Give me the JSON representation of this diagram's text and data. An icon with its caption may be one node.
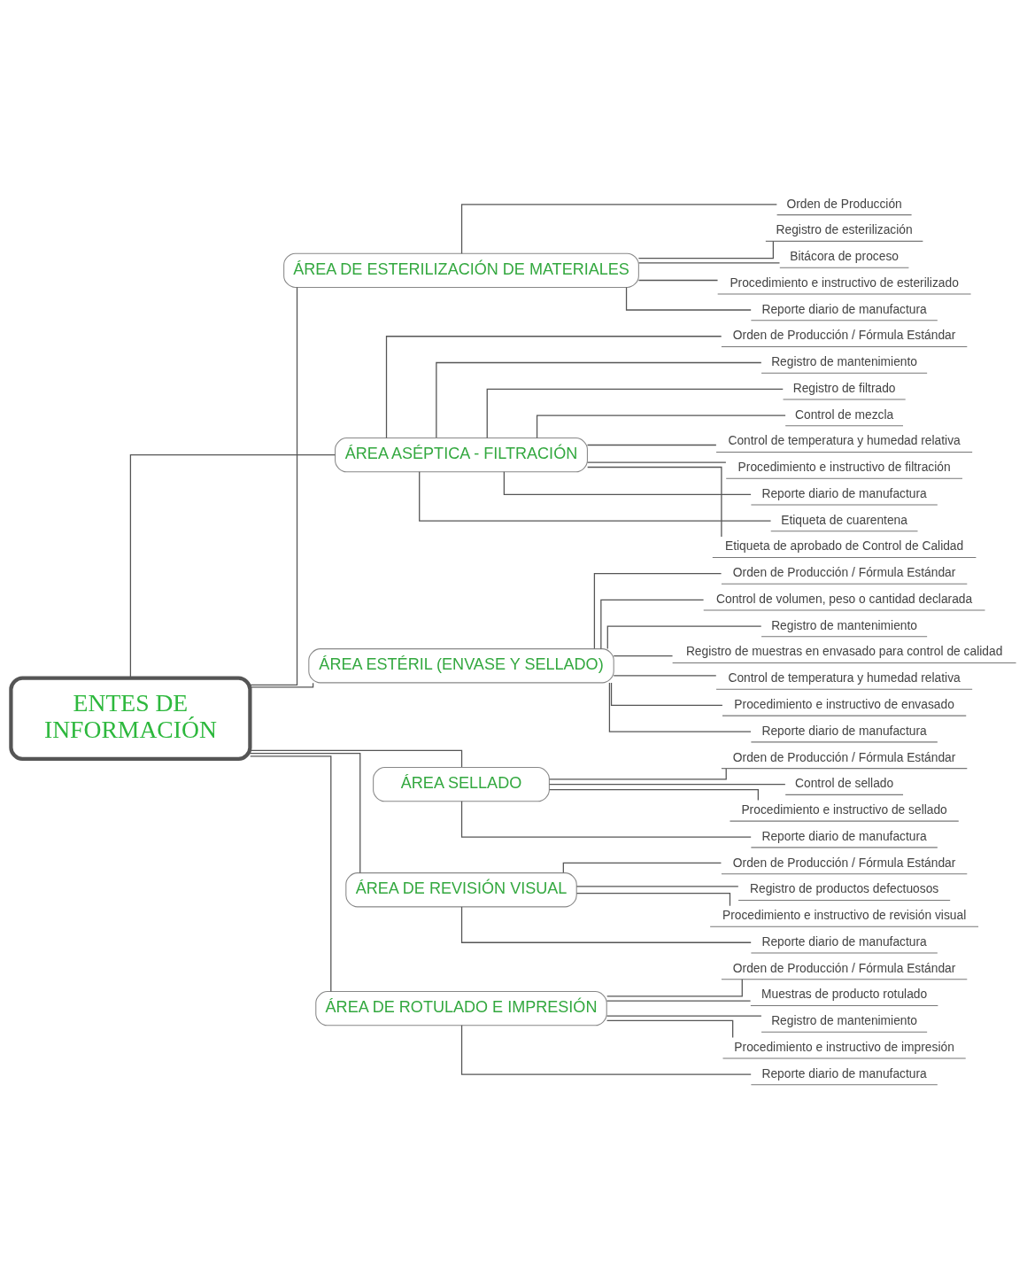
{
  "diagram": {
    "nodes": [
      {
        "text": [
          "ENTES DE INFORMACIÓN"
        ]
      },
      {
        "text": [
          "ÁREA DE ESTERILIZACIÓN DE MATERIALES"
        ]
      },
      {
        "text": [
          "Orden de Producción"
        ]
      },
      {
        "text": [
          "Registro de esterilización"
        ]
      },
      {
        "text": [
          "Bitácora de proceso"
        ]
      },
      {
        "text": [
          "Procedimiento e instructivo de esterilizado"
        ]
      },
      {
        "text": [
          "Reporte diario de manufactura"
        ]
      },
      {
        "text": [
          "ÁREA ASÉPTICA - FILTRACIÓN"
        ]
      },
      {
        "text": [
          "Orden de Producción / Fórmula Estándar"
        ]
      },
      {
        "text": [
          "Registro de mantenimiento"
        ]
      },
      {
        "text": [
          "Registro de filtrado"
        ]
      },
      {
        "text": [
          "Control de mezcla"
        ]
      },
      {
        "text": [
          "Control de temperatura y humedad relativa"
        ]
      },
      {
        "text": [
          "Procedimiento e instructivo de filtración"
        ]
      },
      {
        "text": [
          "Reporte diario de manufactura"
        ]
      },
      {
        "text": [
          "Etiqueta de cuarentena"
        ]
      },
      {
        "text": [
          "Etiqueta de aprobado de Control de Calidad"
        ]
      },
      {
        "text": [
          "ÁREA ESTÉRIL (ENVASE Y SELLADO)"
        ]
      },
      {
        "text": [
          "Orden de Producción / Fórmula Estándar"
        ]
      },
      {
        "text": [
          "Control de volumen, peso o cantidad declarada"
        ]
      },
      {
        "text": [
          "Registro de mantenimiento"
        ]
      },
      {
        "text": [
          "Registro de muestras en envasado para control de calidad"
        ]
      },
      {
        "text": [
          "Control de temperatura y humedad relativa"
        ]
      },
      {
        "text": [
          "Procedimiento e instructivo de envasado"
        ]
      },
      {
        "text": [
          "Reporte diario de manufactura"
        ]
      },
      {
        "text": [
          "ÁREA SELLADO"
        ]
      },
      {
        "text": [
          "Orden de Producción / Fórmula Estándar"
        ]
      },
      {
        "text": [
          "Control de sellado"
        ]
      },
      {
        "text": [
          "Procedimiento e instructivo de sellado"
        ]
      },
      {
        "text": [
          "Reporte diario de manufactura"
        ]
      },
      {
        "text": [
          "ÁREA DE REVISIÓN VISUAL"
        ]
      },
      {
        "text": [
          "Orden de Producción / Fórmula Estándar"
        ]
      },
      {
        "text": [
          "Registro de productos defectuosos"
        ]
      },
      {
        "text": [
          "Procedimiento e instructivo de revisión visual"
        ]
      },
      {
        "text": [
          "Reporte diario de manufactura"
        ]
      },
      {
        "text": [
          "ÁREA DE ROTULADO E IMPRESIÓN"
        ]
      },
      {
        "text": [
          "Orden de Producción / Fórmula Estándar"
        ]
      },
      {
        "text": [
          "Muestras de producto rotulado"
        ]
      },
      {
        "text": [
          "Registro de mantenimiento"
        ]
      },
      {
        "text": [
          "Procedimiento e instructivo de impresión"
        ]
      },
      {
        "text": [
          "Reporte diario de manufactura"
        ]
      }
    ],
    "edges": [
      {
        "from": 0,
        "to": 1,
        "arrow": "none"
      },
      {
        "from": 1,
        "to": 2,
        "arrow": "none"
      },
      {
        "from": 1,
        "to": 3,
        "arrow": "none"
      },
      {
        "from": 1,
        "to": 4,
        "arrow": "none"
      },
      {
        "from": 1,
        "to": 5,
        "arrow": "none"
      },
      {
        "from": 1,
        "to": 6,
        "arrow": "none"
      },
      {
        "from": 0,
        "to": 7,
        "arrow": "none"
      },
      {
        "from": 7,
        "to": 8,
        "arrow": "none"
      },
      {
        "from": 7,
        "to": 9,
        "arrow": "none"
      },
      {
        "from": 7,
        "to": 10,
        "arrow": "none"
      },
      {
        "from": 7,
        "to": 11,
        "arrow": "none"
      },
      {
        "from": 7,
        "to": 12,
        "arrow": "none"
      },
      {
        "from": 7,
        "to": 13,
        "arrow": "none"
      },
      {
        "from": 7,
        "to": 14,
        "arrow": "none"
      },
      {
        "from": 7,
        "to": 15,
        "arrow": "none"
      },
      {
        "from": 7,
        "to": 16,
        "arrow": "none"
      },
      {
        "from": 0,
        "to": 17,
        "arrow": "none"
      },
      {
        "from": 17,
        "to": 18,
        "arrow": "none"
      },
      {
        "from": 17,
        "to": 19,
        "arrow": "none"
      },
      {
        "from": 17,
        "to": 20,
        "arrow": "none"
      },
      {
        "from": 17,
        "to": 21,
        "arrow": "none"
      },
      {
        "from": 17,
        "to": 22,
        "arrow": "none"
      },
      {
        "from": 17,
        "to": 23,
        "arrow": "none"
      },
      {
        "from": 17,
        "to": 24,
        "arrow": "none"
      },
      {
        "from": 0,
        "to": 25,
        "arrow": "none"
      },
      {
        "from": 25,
        "to": 26,
        "arrow": "none"
      },
      {
        "from": 25,
        "to": 27,
        "arrow": "none"
      },
      {
        "from": 25,
        "to": 28,
        "arrow": "none"
      },
      {
        "from": 25,
        "to": 29,
        "arrow": "none"
      },
      {
        "from": 0,
        "to": 30,
        "arrow": "none"
      },
      {
        "from": 30,
        "to": 31,
        "arrow": "none"
      },
      {
        "from": 30,
        "to": 32,
        "arrow": "none"
      },
      {
        "from": 30,
        "to": 33,
        "arrow": "none"
      },
      {
        "from": 30,
        "to": 34,
        "arrow": "none"
      },
      {
        "from": 0,
        "to": 35,
        "arrow": "none"
      },
      {
        "from": 35,
        "to": 36,
        "arrow": "none"
      },
      {
        "from": 35,
        "to": 37,
        "arrow": "none"
      },
      {
        "from": 35,
        "to": 38,
        "arrow": "none"
      },
      {
        "from": 35,
        "to": 39,
        "arrow": "none"
      },
      {
        "from": 35,
        "to": 40,
        "arrow": "none"
      }
    ]
  }
}
